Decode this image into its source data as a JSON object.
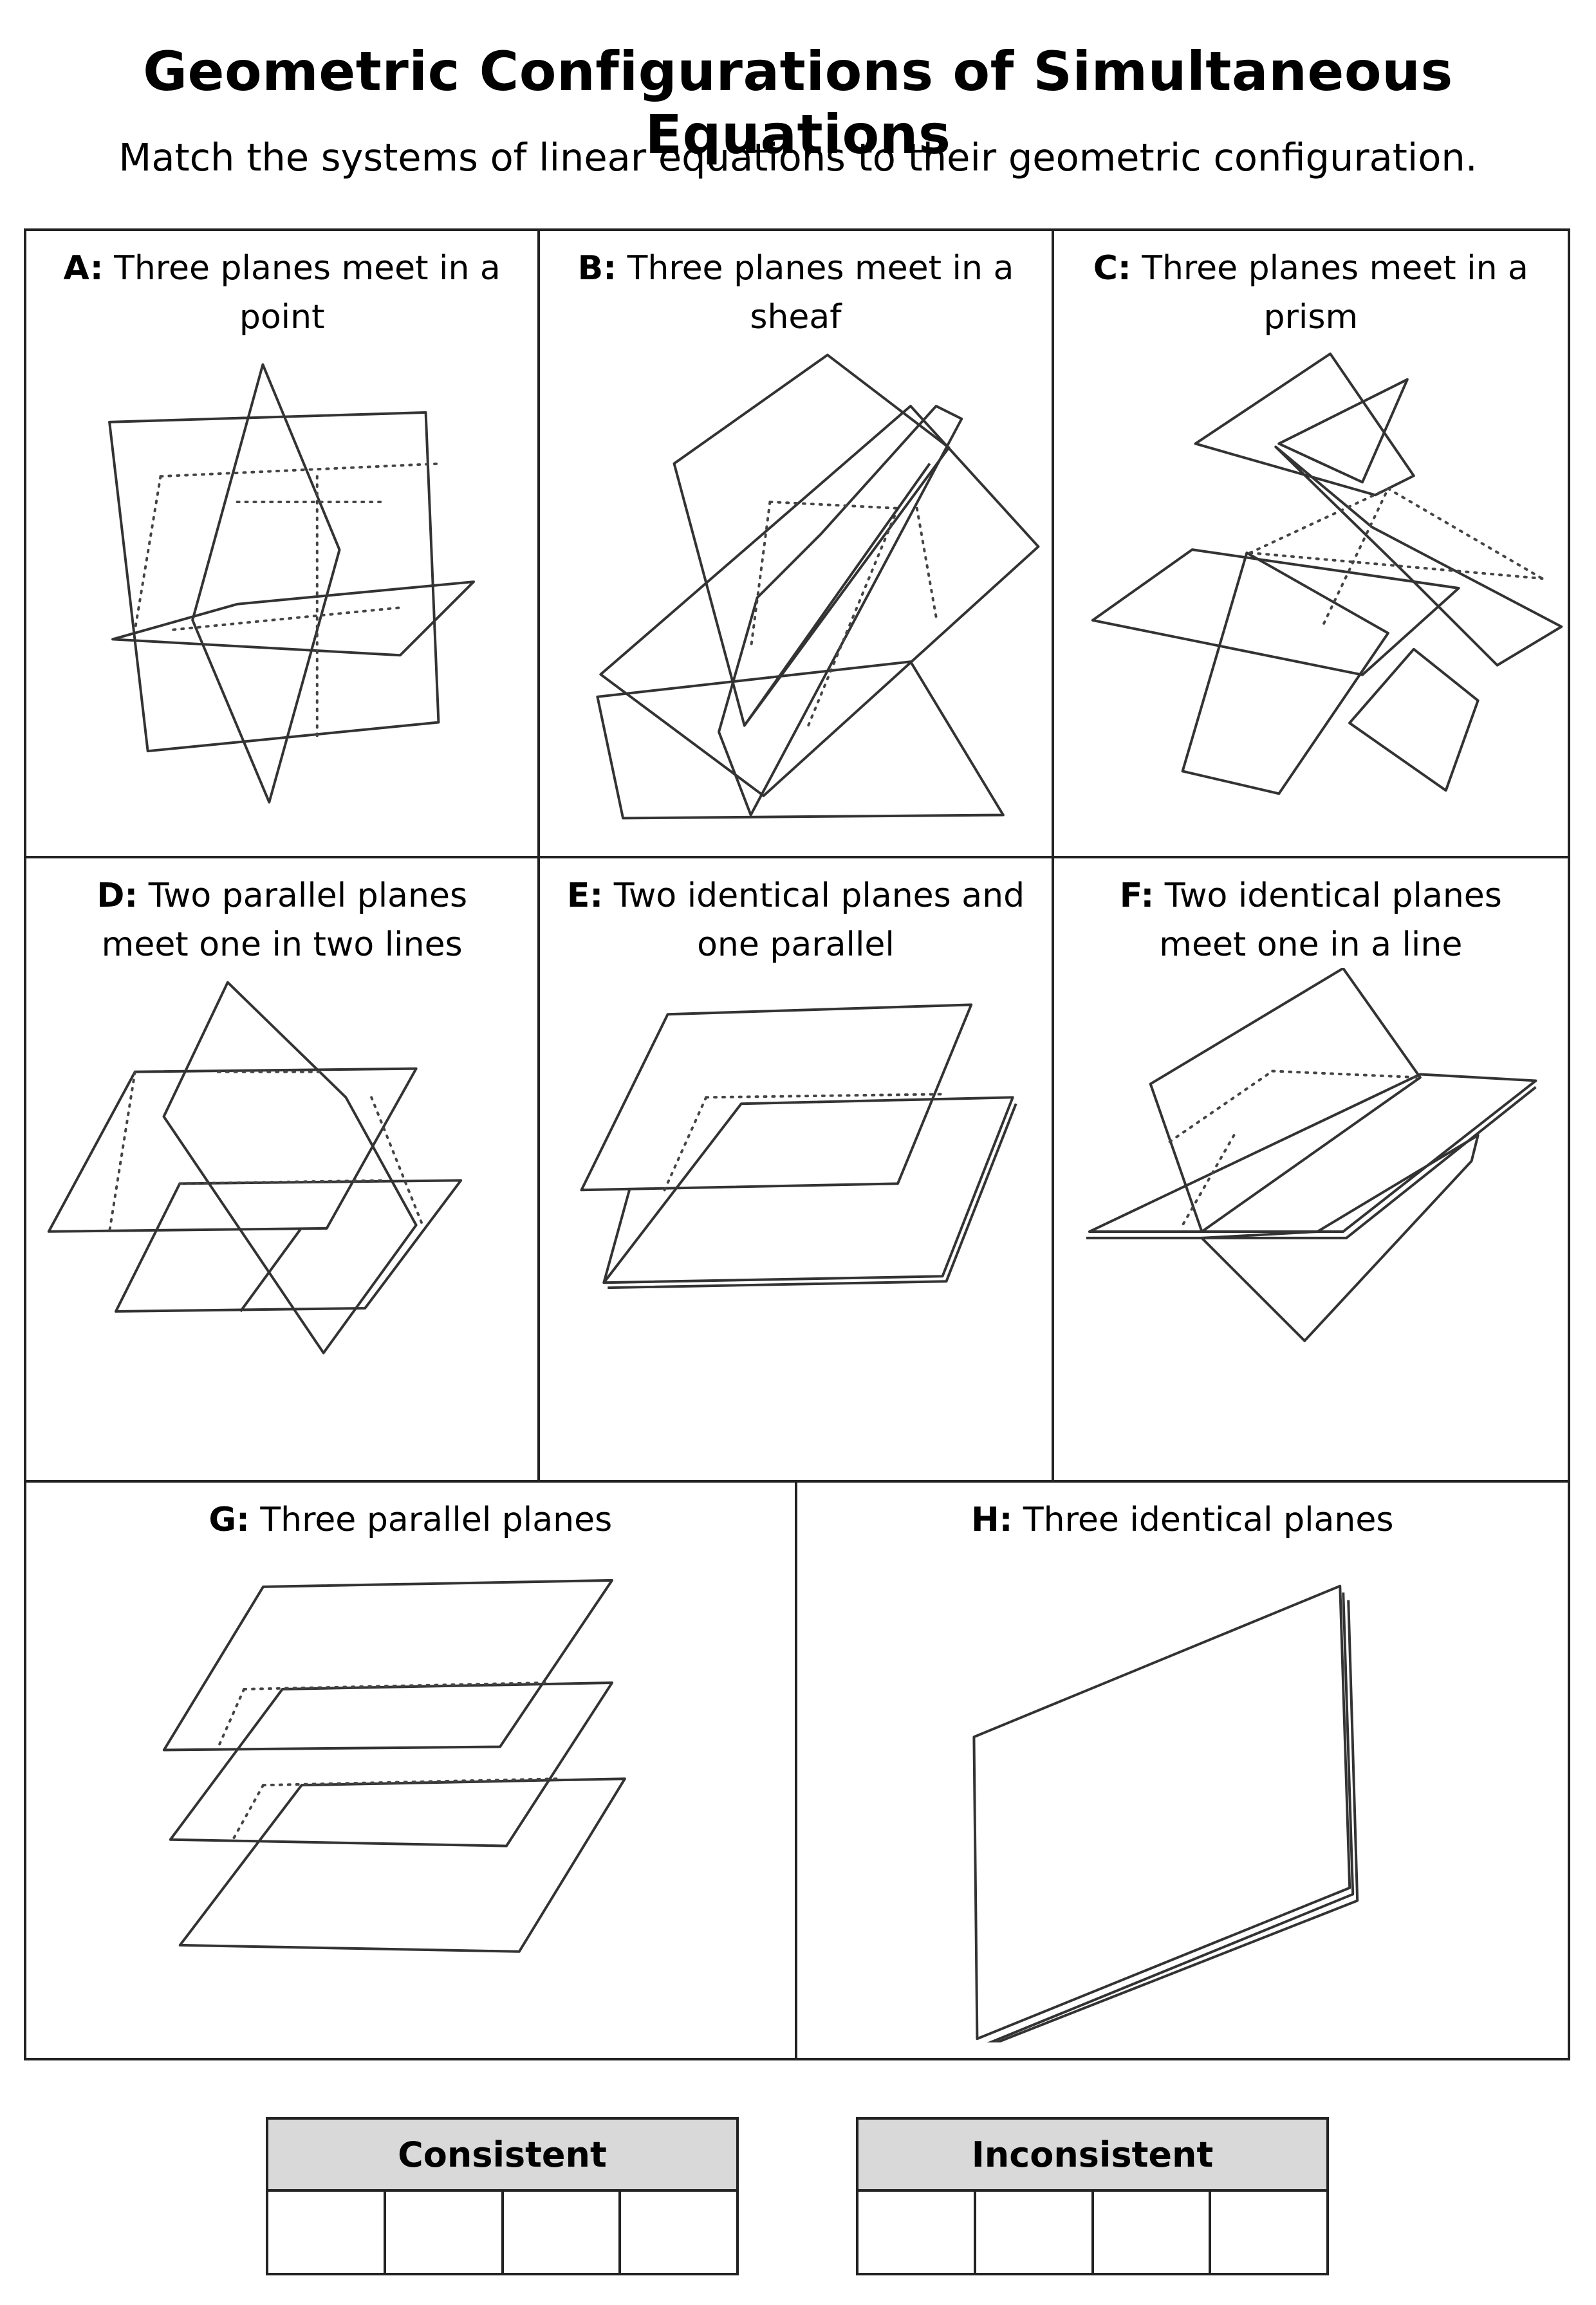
{
  "title": "Geometric Configurations of Simultaneous Equations",
  "subtitle": "Match the systems of linear equations to their geometric configuration.",
  "cells": [
    {
      "letter": "A:",
      "text": "Three planes meet in a point"
    },
    {
      "letter": "B:",
      "text": "Three planes meet in a sheaf"
    },
    {
      "letter": "C:",
      "text": "Three planes meet in a prism"
    },
    {
      "letter": "D:",
      "text": "Two parallel planes meet one in two lines"
    },
    {
      "letter": "E:",
      "text": "Two identical planes and one parallel"
    },
    {
      "letter": "F:",
      "text": "Two identical planes meet one in a line"
    },
    {
      "letter": "G:",
      "text": "Three parallel planes"
    },
    {
      "letter": "H:",
      "text": "Three identical planes"
    }
  ],
  "tables": {
    "consistent": {
      "header": "Consistent",
      "boxes": 4
    },
    "inconsistent": {
      "header": "Inconsistent",
      "boxes": 4
    }
  }
}
